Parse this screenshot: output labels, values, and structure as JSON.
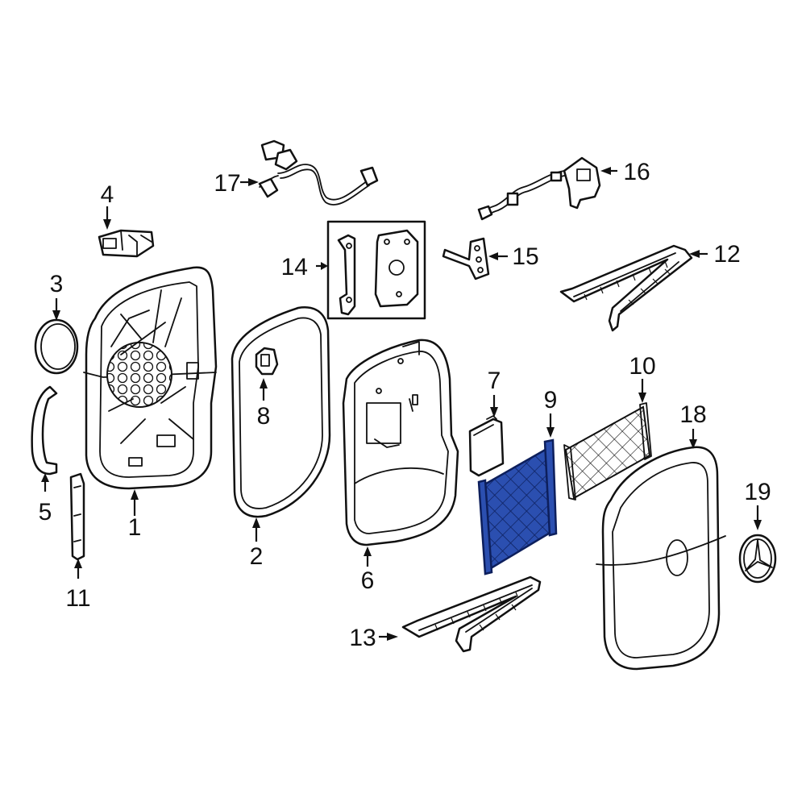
{
  "callouts": [
    {
      "id": "1",
      "label": "1"
    },
    {
      "id": "2",
      "label": "2"
    },
    {
      "id": "3",
      "label": "3"
    },
    {
      "id": "4",
      "label": "4"
    },
    {
      "id": "5",
      "label": "5"
    },
    {
      "id": "6",
      "label": "6"
    },
    {
      "id": "7",
      "label": "7"
    },
    {
      "id": "8",
      "label": "8"
    },
    {
      "id": "9",
      "label": "9"
    },
    {
      "id": "10",
      "label": "10"
    },
    {
      "id": "11",
      "label": "11"
    },
    {
      "id": "12",
      "label": "12"
    },
    {
      "id": "13",
      "label": "13"
    },
    {
      "id": "14",
      "label": "14"
    },
    {
      "id": "15",
      "label": "15"
    },
    {
      "id": "16",
      "label": "16"
    },
    {
      "id": "17",
      "label": "17"
    },
    {
      "id": "18",
      "label": "18"
    },
    {
      "id": "19",
      "label": "19"
    }
  ],
  "highlighted_part": "9",
  "colors": {
    "highlight": "#2b4fb0",
    "line": "#111111",
    "background": "#ffffff"
  }
}
